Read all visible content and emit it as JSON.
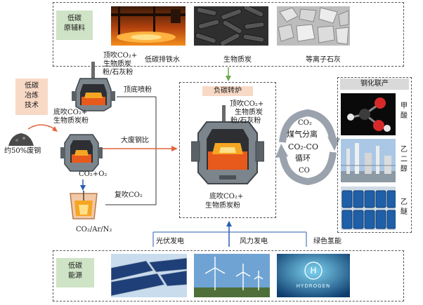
{
  "raw_materials": {
    "label_line1": "低碳",
    "label_line2": "原辅料",
    "captions": [
      "低碳排铁水",
      "生物质炭",
      "等离子石灰"
    ]
  },
  "smelting": {
    "label_line1": "低碳",
    "label_line2": "冶炼",
    "label_line3": "技术",
    "top_blow_line1": "顶吹CO₂+",
    "top_blow_line2": "生物质炭",
    "top_blow_line3": "粉/石灰粉",
    "bottom_blow_line1": "底吹CO₂+",
    "bottom_blow_line2": "生物质炭粉",
    "top_bottom_spray": "顶底喷粉",
    "scrap_label": "约50%废钢",
    "scrap_ratio": "大废钢比",
    "co2_o2": "CO₂+O₂",
    "reblow": "复吹CO₂",
    "ladle_gas": "CO₂/Ar/N₂"
  },
  "converter": {
    "title": "负碳转炉",
    "top_line1": "顶吹CO₂+",
    "top_line2": "生物质炭",
    "top_line3": "粉/石灰粉",
    "bottom_line1": "底吹CO₂+",
    "bottom_line2": "生物质炭粉"
  },
  "cycle": {
    "co2": "CO₂",
    "gas_sep": "煤气分离",
    "co2_co": "CO₂-CO",
    "loop": "循环",
    "co": "CO"
  },
  "cogeneration": {
    "title": "钢化联产",
    "products": [
      {
        "c1": "甲",
        "c2": "酸"
      },
      {
        "c1": "乙",
        "c2": "二",
        "c3": "醇"
      },
      {
        "c1": "乙",
        "c2": "醚"
      }
    ]
  },
  "energy": {
    "label_line1": "低碳",
    "label_line2": "能源",
    "captions": [
      "光伏发电",
      "风力发电",
      "绿色氢能"
    ],
    "hydrogen_logo": "HYDROGEN"
  },
  "colors": {
    "green_label": "#cfe3c6",
    "peach_label": "#f8d9c6",
    "orange_arrow": "#e2663a",
    "blue_arrow": "#2a5db0",
    "green_arrow": "#6aa84f"
  }
}
